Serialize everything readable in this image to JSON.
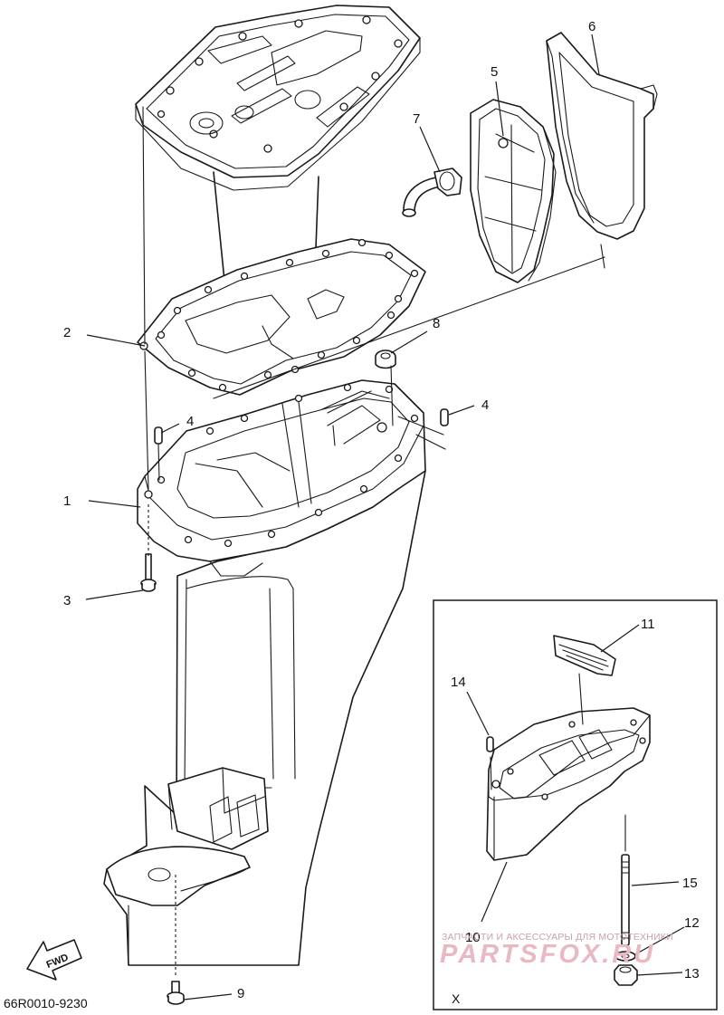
{
  "diagram": {
    "part_code": "66R0010-9230",
    "inset_label": "X",
    "fwd_label": "FWD",
    "callouts": [
      "1",
      "2",
      "3",
      "4",
      "4",
      "5",
      "6",
      "7",
      "8",
      "9",
      "10",
      "11",
      "12",
      "13",
      "14",
      "15"
    ]
  },
  "watermark": {
    "tagline": "ЗАПЧАСТИ И АКСЕССУАРЫ ДЛЯ МОТОТЕХНИКИ",
    "logo": "PARTSFOX.RU"
  }
}
